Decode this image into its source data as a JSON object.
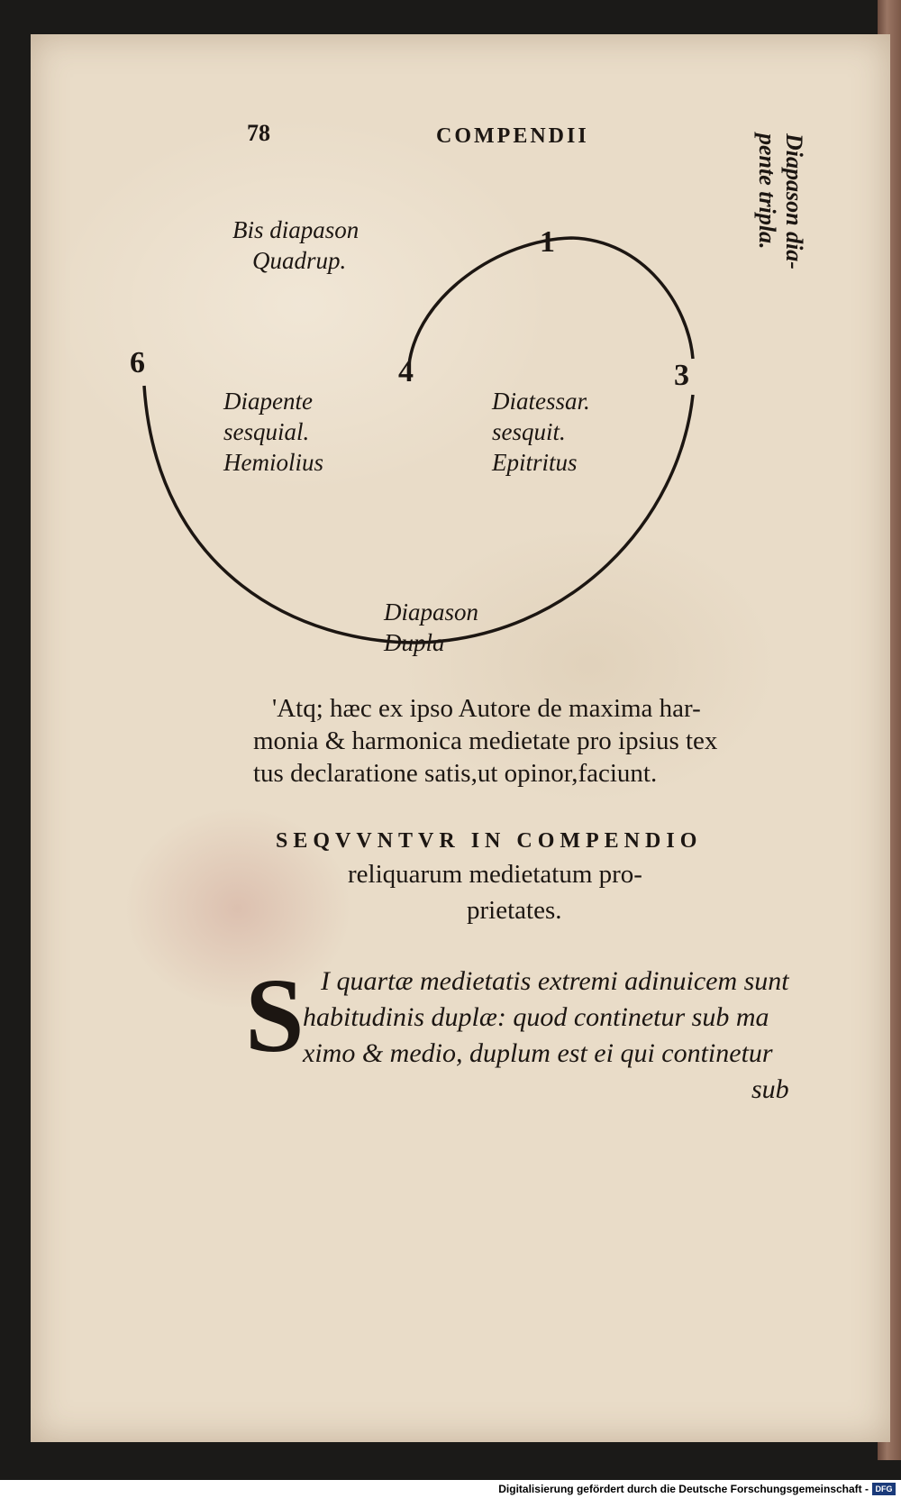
{
  "page": {
    "number": "78",
    "running_head": "COMPENDII",
    "side_note": [
      "Diapason dia-",
      "pente tripla."
    ]
  },
  "diagram": {
    "top_left_label": [
      "Bis diapason",
      "Quadrup."
    ],
    "numbers": {
      "n1": "1",
      "n3": "3",
      "n4": "4",
      "n6": "6"
    },
    "left_label": [
      "Diapente",
      "sesquial.",
      "Hemiolius"
    ],
    "right_label": [
      "Diatessar.",
      "sesquit.",
      "Epitritus"
    ],
    "bottom_label": [
      "Diapason",
      "Dupla"
    ]
  },
  "text": {
    "para1": [
      "'Atq; hæc ex ipso Autore de maxima har-",
      "monia & harmonica medietate pro ipsius tex",
      "tus declaratione satis,ut opinor,faciunt."
    ],
    "heading": "SEQVVNTVR IN COMPENDIO",
    "sub": [
      "reliquarum medietatum pro-",
      "prietates."
    ],
    "dropcap": "S",
    "para2": [
      "I quartæ medietatis extremi adinuicem sunt",
      "habitudinis duplæ: quod continetur sub ma",
      "ximo & medio, duplum est ei qui continetur",
      "sub"
    ]
  },
  "footer": {
    "text": "Digitalisierung gefördert durch die Deutsche Forschungsgemeinschaft -",
    "logo": "DFG"
  }
}
